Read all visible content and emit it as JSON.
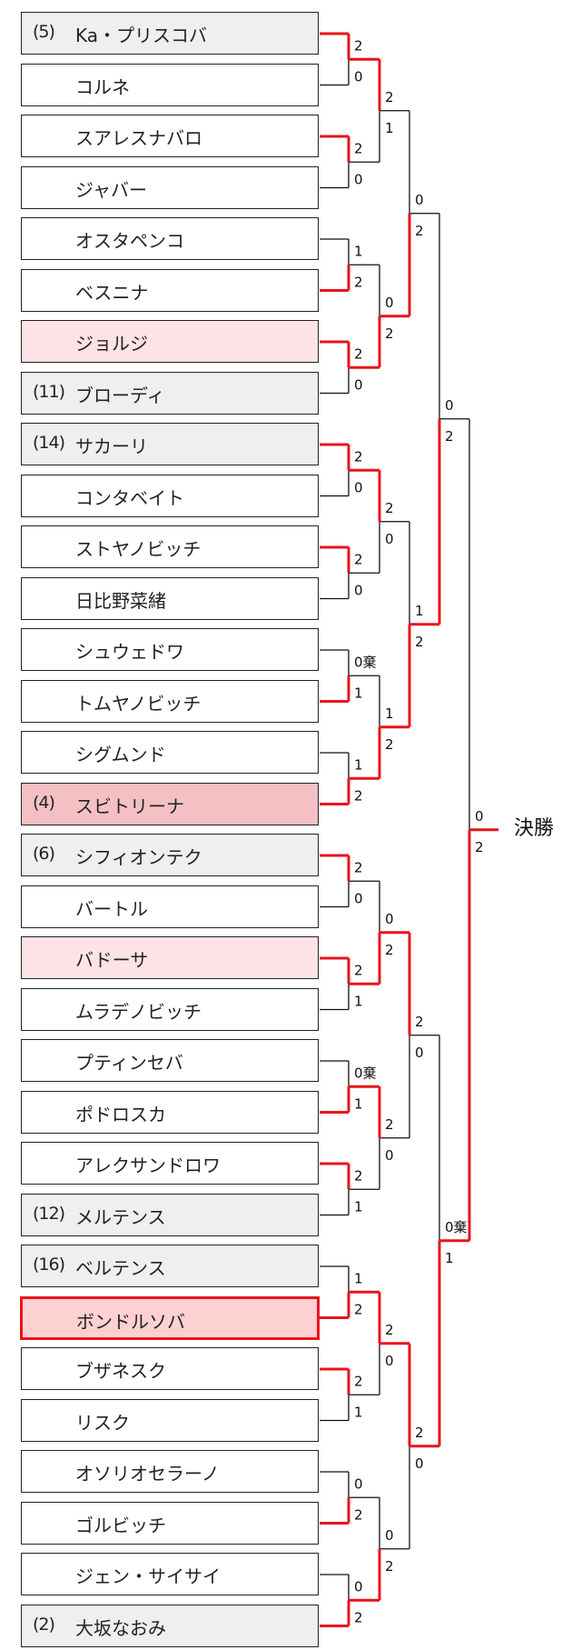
{
  "colors": {
    "win_line": "#e8141c",
    "lose_line": "#111111",
    "seeded_bg": "#efefef",
    "light_pink": "#fde3e5",
    "medium_pink": "#f5c0c4",
    "winner_bg": "#fdd0d2"
  },
  "players": [
    {
      "seed": "(5)",
      "name": "Ka・プリスコバ",
      "style": "seeded"
    },
    {
      "seed": "",
      "name": "コルネ",
      "style": ""
    },
    {
      "seed": "",
      "name": "スアレスナバロ",
      "style": ""
    },
    {
      "seed": "",
      "name": "ジャバー",
      "style": ""
    },
    {
      "seed": "",
      "name": "オスタペンコ",
      "style": ""
    },
    {
      "seed": "",
      "name": "ベスニナ",
      "style": ""
    },
    {
      "seed": "",
      "name": "ジョルジ",
      "style": "light"
    },
    {
      "seed": "(11)",
      "name": "ブローディ",
      "style": "seeded"
    },
    {
      "seed": "(14)",
      "name": "サカーリ",
      "style": "seeded"
    },
    {
      "seed": "",
      "name": "コンタベイト",
      "style": ""
    },
    {
      "seed": "",
      "name": "ストヤノビッチ",
      "style": ""
    },
    {
      "seed": "",
      "name": "日比野菜緒",
      "style": ""
    },
    {
      "seed": "",
      "name": "シュウェドワ",
      "style": ""
    },
    {
      "seed": "",
      "name": "トムヤノビッチ",
      "style": ""
    },
    {
      "seed": "",
      "name": "シグムンド",
      "style": ""
    },
    {
      "seed": "(4)",
      "name": "スビトリーナ",
      "style": "medium"
    },
    {
      "seed": "(6)",
      "name": "シフィオンテク",
      "style": "seeded"
    },
    {
      "seed": "",
      "name": "バートル",
      "style": ""
    },
    {
      "seed": "",
      "name": "バドーサ",
      "style": "light"
    },
    {
      "seed": "",
      "name": "ムラデノビッチ",
      "style": ""
    },
    {
      "seed": "",
      "name": "プティンセバ",
      "style": ""
    },
    {
      "seed": "",
      "name": "ポドロスカ",
      "style": ""
    },
    {
      "seed": "",
      "name": "アレクサンドロワ",
      "style": ""
    },
    {
      "seed": "(12)",
      "name": "メルテンス",
      "style": "seeded"
    },
    {
      "seed": "(16)",
      "name": "ベルテンス",
      "style": "seeded"
    },
    {
      "seed": "",
      "name": "ボンドルソバ",
      "style": "winner"
    },
    {
      "seed": "",
      "name": "ブザネスク",
      "style": ""
    },
    {
      "seed": "",
      "name": "リスク",
      "style": ""
    },
    {
      "seed": "",
      "name": "オソリオセラーノ",
      "style": ""
    },
    {
      "seed": "",
      "name": "ゴルビッチ",
      "style": ""
    },
    {
      "seed": "",
      "name": "ジェン・サイサイ",
      "style": ""
    },
    {
      "seed": "(2)",
      "name": "大坂なおみ",
      "style": "seeded"
    }
  ],
  "rounds": [
    [
      {
        "scores": [
          "2",
          "0"
        ],
        "winner": 0
      },
      {
        "scores": [
          "2",
          "0"
        ],
        "winner": 0
      },
      {
        "scores": [
          "1",
          "2"
        ],
        "winner": 1
      },
      {
        "scores": [
          "2",
          "0"
        ],
        "winner": 0
      },
      {
        "scores": [
          "2",
          "0"
        ],
        "winner": 0
      },
      {
        "scores": [
          "2",
          "0"
        ],
        "winner": 0
      },
      {
        "scores": [
          "0棄",
          "1"
        ],
        "winner": 1
      },
      {
        "scores": [
          "1",
          "2"
        ],
        "winner": 1
      },
      {
        "scores": [
          "2",
          "0"
        ],
        "winner": 0
      },
      {
        "scores": [
          "2",
          "1"
        ],
        "winner": 0
      },
      {
        "scores": [
          "0棄",
          "1"
        ],
        "winner": 1
      },
      {
        "scores": [
          "2",
          "1"
        ],
        "winner": 0
      },
      {
        "scores": [
          "1",
          "2"
        ],
        "winner": 1
      },
      {
        "scores": [
          "2",
          "1"
        ],
        "winner": 0
      },
      {
        "scores": [
          "0",
          "2"
        ],
        "winner": 1
      },
      {
        "scores": [
          "0",
          "2"
        ],
        "winner": 1
      }
    ],
    [
      {
        "scores": [
          "2",
          "1"
        ],
        "winner": 0
      },
      {
        "scores": [
          "0",
          "2"
        ],
        "winner": 1
      },
      {
        "scores": [
          "2",
          "0"
        ],
        "winner": 0
      },
      {
        "scores": [
          "1",
          "2"
        ],
        "winner": 1
      },
      {
        "scores": [
          "0",
          "2"
        ],
        "winner": 1
      },
      {
        "scores": [
          "2",
          "0"
        ],
        "winner": 0
      },
      {
        "scores": [
          "2",
          "0"
        ],
        "winner": 0
      },
      {
        "scores": [
          "0",
          "2"
        ],
        "winner": 1
      }
    ],
    [
      {
        "scores": [
          "0",
          "2"
        ],
        "winner": 1
      },
      {
        "scores": [
          "1",
          "2"
        ],
        "winner": 1
      },
      {
        "scores": [
          "2",
          "0"
        ],
        "winner": 0
      },
      {
        "scores": [
          "2",
          "0"
        ],
        "winner": 0
      }
    ],
    [
      {
        "scores": [
          "0",
          "2"
        ],
        "winner": 1
      },
      {
        "scores": [
          "0棄",
          "1"
        ],
        "winner": 1
      }
    ],
    [
      {
        "scores": [
          "0",
          "2"
        ],
        "winner": 1
      }
    ]
  ],
  "final_label": "決勝"
}
